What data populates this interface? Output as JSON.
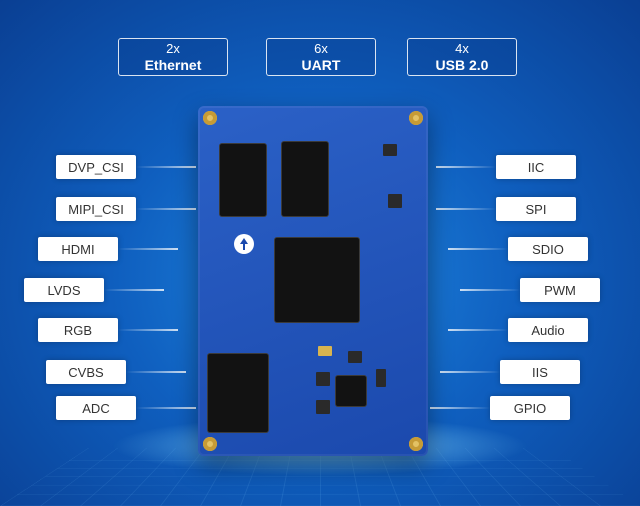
{
  "top_badges": [
    {
      "count": "2x",
      "label": "Ethernet"
    },
    {
      "count": "6x",
      "label": "UART"
    },
    {
      "count": "4x",
      "label": "USB 2.0"
    }
  ],
  "left_labels": [
    "DVP_CSI",
    "MIPI_CSI",
    "HDMI",
    "LVDS",
    "RGB",
    "CVBS",
    "ADC"
  ],
  "right_labels": [
    "IIC",
    "SPI",
    "SDIO",
    "PWM",
    "Audio",
    "IIS",
    "GPIO"
  ],
  "colors": {
    "background": "#0f5fbf",
    "board": "#2b61c7",
    "chip": "#121212",
    "gold": "#d8b44f"
  }
}
